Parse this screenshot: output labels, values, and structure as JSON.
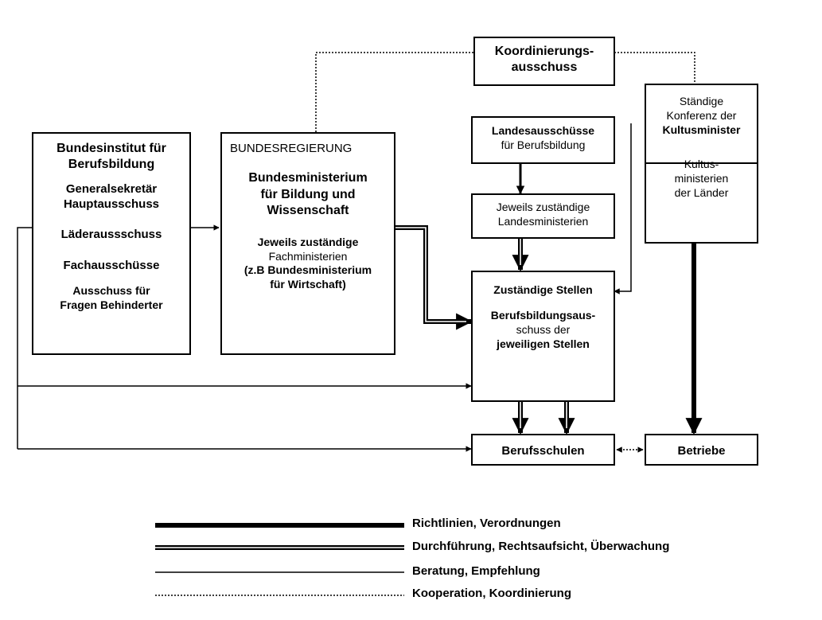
{
  "boxes": {
    "koordinierung": {
      "lines": [
        "Koordinierungs-",
        "ausschuss"
      ]
    },
    "bundesinstitut": {
      "title": [
        "Bundesinstitut für",
        "Berufsbildung"
      ],
      "lines": [
        "Generalsekretär",
        "Hauptausschuss",
        "Läderaussschuss",
        "Fachausschüsse",
        "Ausschuss für",
        "Fragen Behinderter"
      ]
    },
    "bundesregierung": {
      "header": "BUNDESREGIERUNG",
      "title": [
        "Bundesministerium",
        "für Bildung und",
        "Wissenschaft"
      ],
      "lines": [
        "Jeweils zuständige",
        "Fachministerien",
        "(z.B Bundesministerium",
        "für Wirtschaft)"
      ]
    },
    "landesausschuesse": {
      "lines": [
        "Landesausschüsse",
        "für Berufsbildung"
      ]
    },
    "landesministerien": {
      "lines": [
        "Jeweils zuständige",
        "Landesministerien"
      ]
    },
    "kmk": {
      "top": [
        "Ständige",
        "Konferenz der",
        "Kultusminister"
      ],
      "bottom": [
        "Kultus-",
        "ministerien",
        "der Länder"
      ]
    },
    "zustaendige": {
      "top": "Zuständige Stellen",
      "lines": [
        "Berufsbildungsaus-",
        "schuss der",
        "jeweiligen Stellen"
      ]
    },
    "berufsschulen": {
      "label": "Berufsschulen"
    },
    "betriebe": {
      "label": "Betriebe"
    }
  },
  "legend": [
    {
      "style": "thick",
      "label": "Richtlinien, Verordnungen"
    },
    {
      "style": "double",
      "label": "Durchführung, Rechtsaufsicht, Überwachung"
    },
    {
      "style": "thin",
      "label": "Beratung, Empfehlung"
    },
    {
      "style": "dotted",
      "label": "Kooperation, Koordinierung"
    }
  ]
}
